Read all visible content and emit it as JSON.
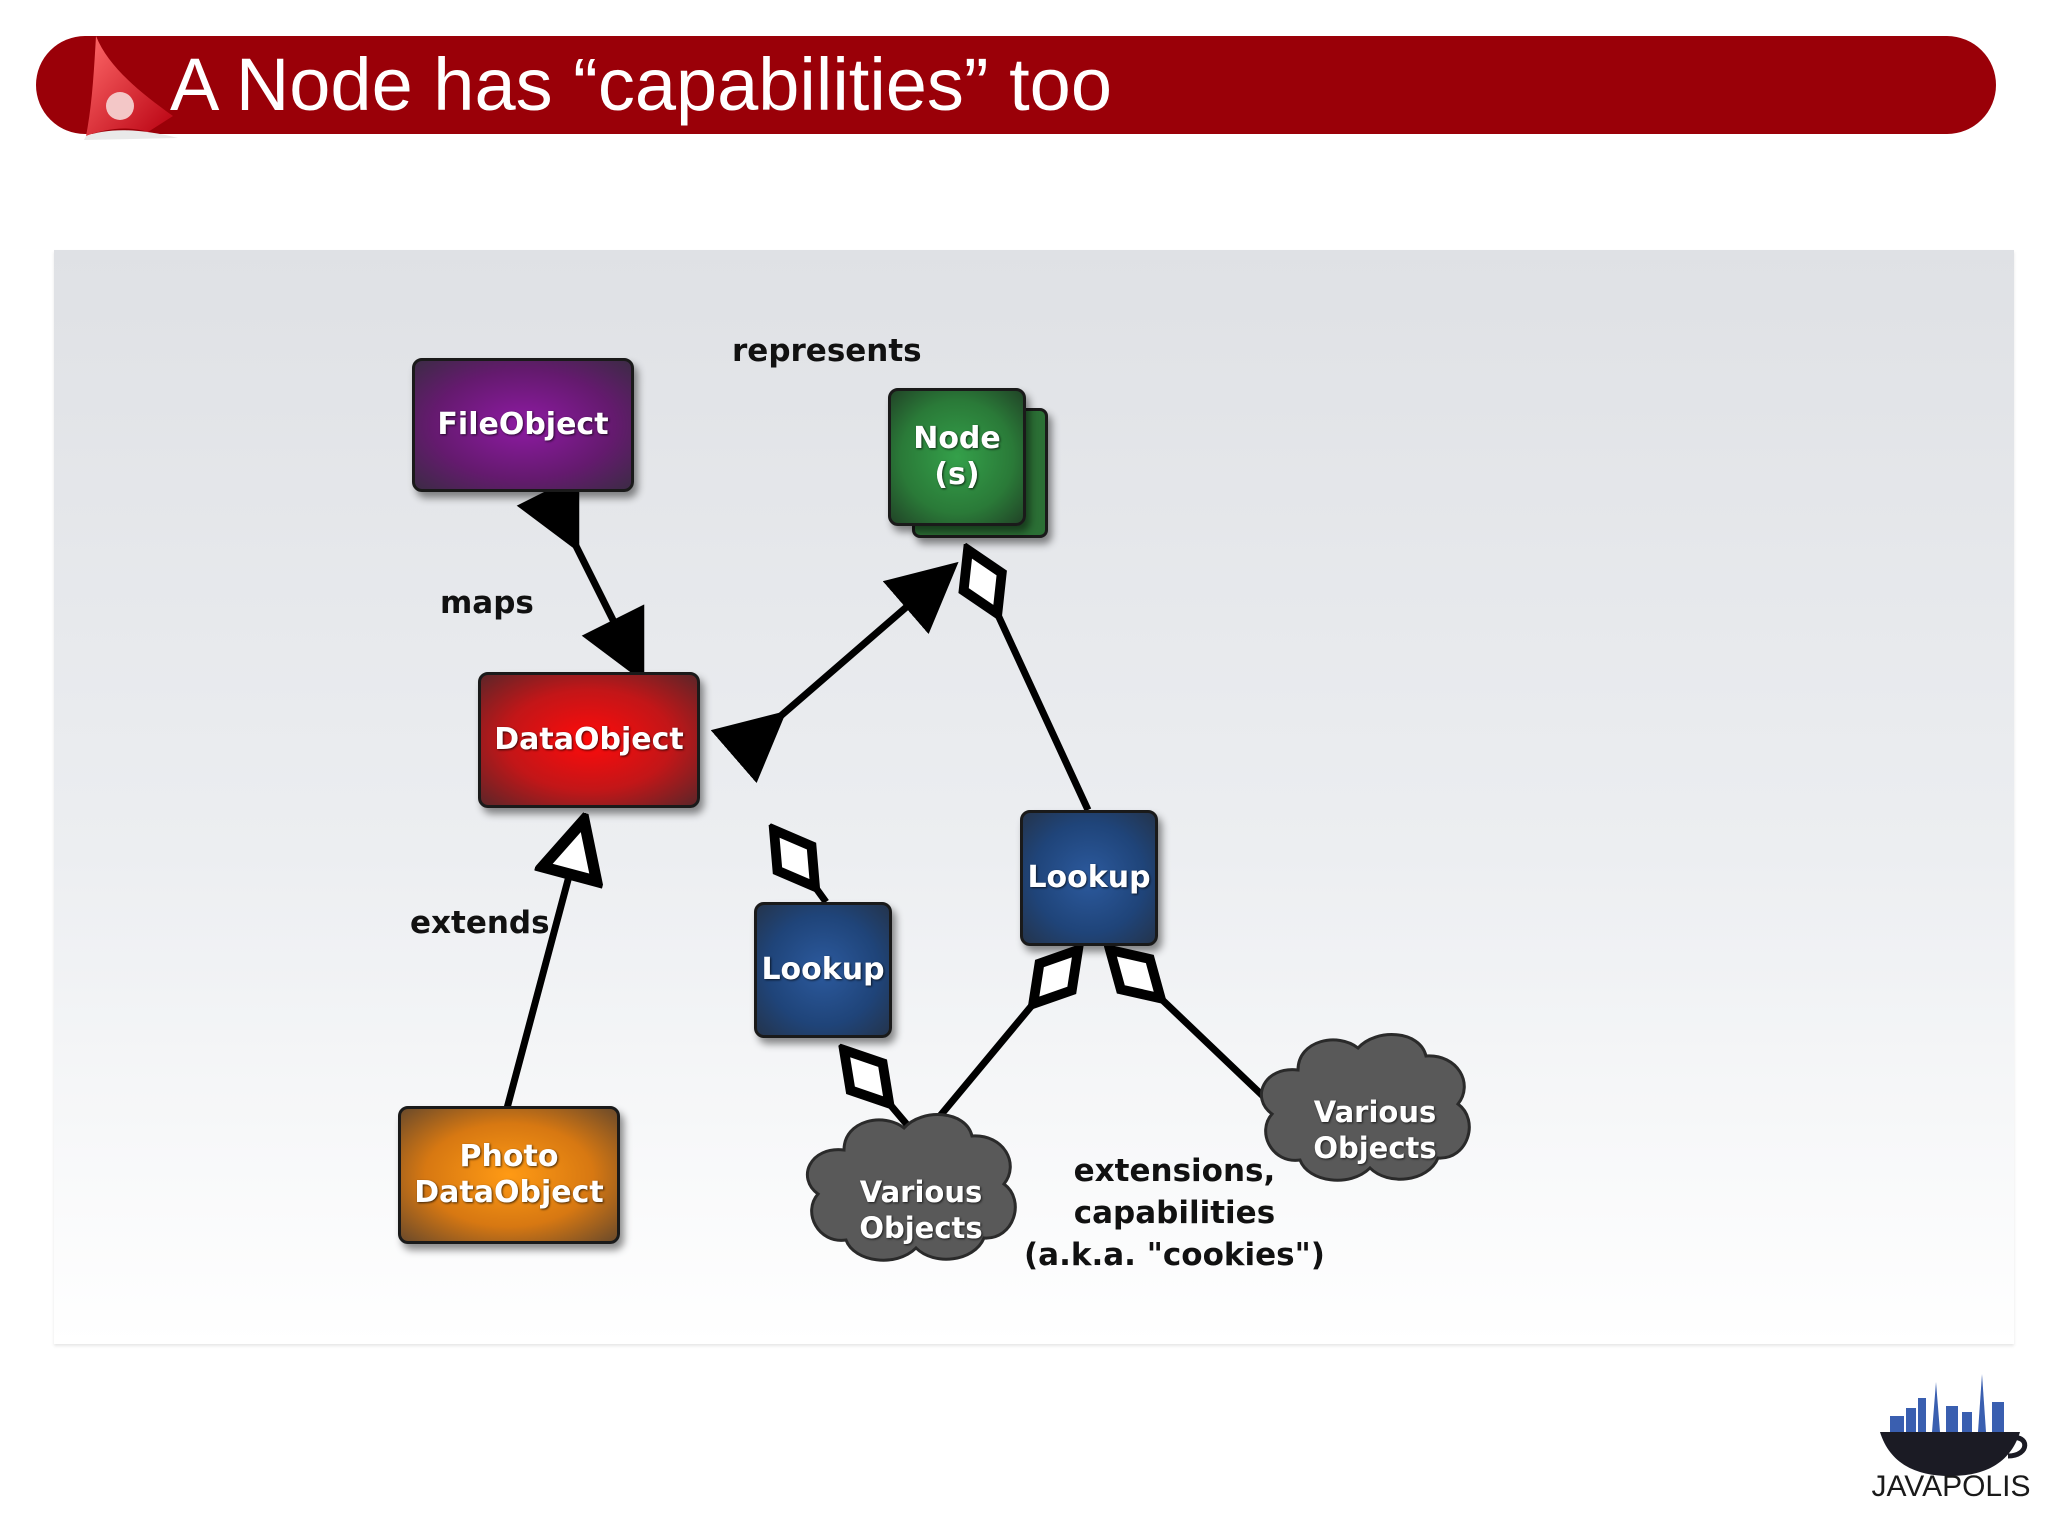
{
  "slide": {
    "title": "A Node has “capabilities” too",
    "footer_logo_text": "JAVAPOLIS"
  },
  "diagram": {
    "nodes": {
      "fileobject": "FileObject",
      "node": "Node\n(s)",
      "dataobject": "DataObject",
      "lookup_left": "Lookup",
      "lookup_right": "Lookup",
      "photo_dataobject": "Photo\nDataObject"
    },
    "clouds": {
      "various_objects_left": "Various\nObjects",
      "various_objects_right": "Various\nObjects"
    },
    "labels": {
      "represents": "represents",
      "maps": "maps",
      "extends": "extends",
      "extensions": "extensions,\ncapabilities\n(a.k.a. \"cookies\")"
    }
  },
  "colors": {
    "title_bar": "#9a0008",
    "fileobject": "#7a1a8c",
    "dataobject": "#e3111a",
    "photo_dataobject": "#e8870f",
    "lookup": "#274e8a",
    "node": "#2f8a3f",
    "cloud": "#5a5a5a"
  }
}
